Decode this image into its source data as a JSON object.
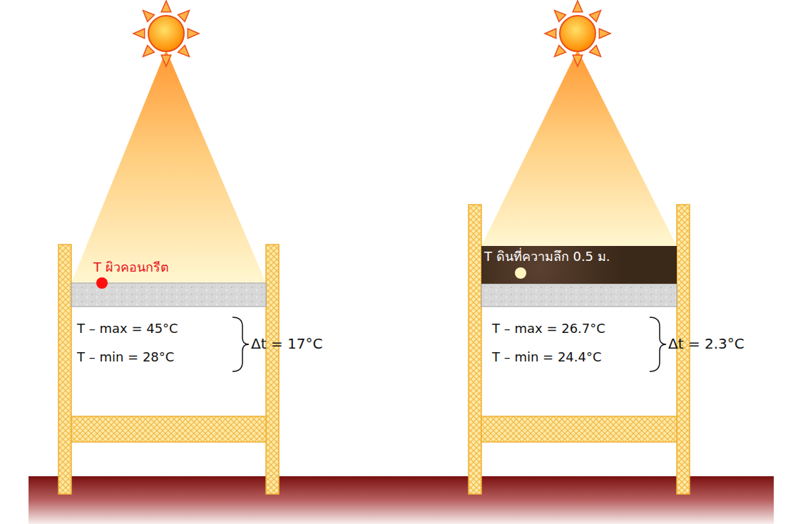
{
  "diagram": {
    "nodes": [
      {
        "text": [
          "T ดินที่ความลึก 0.5 ม."
        ]
      }
    ],
    "labels": [
      "T ผิวคอนกรีต",
      "T – max = 45°C",
      "T – min = 28°C",
      "Δt = 17°C",
      "T – max = 26.7°C",
      "T – min = 24.4°C",
      "Δt = 2.3°C"
    ]
  }
}
